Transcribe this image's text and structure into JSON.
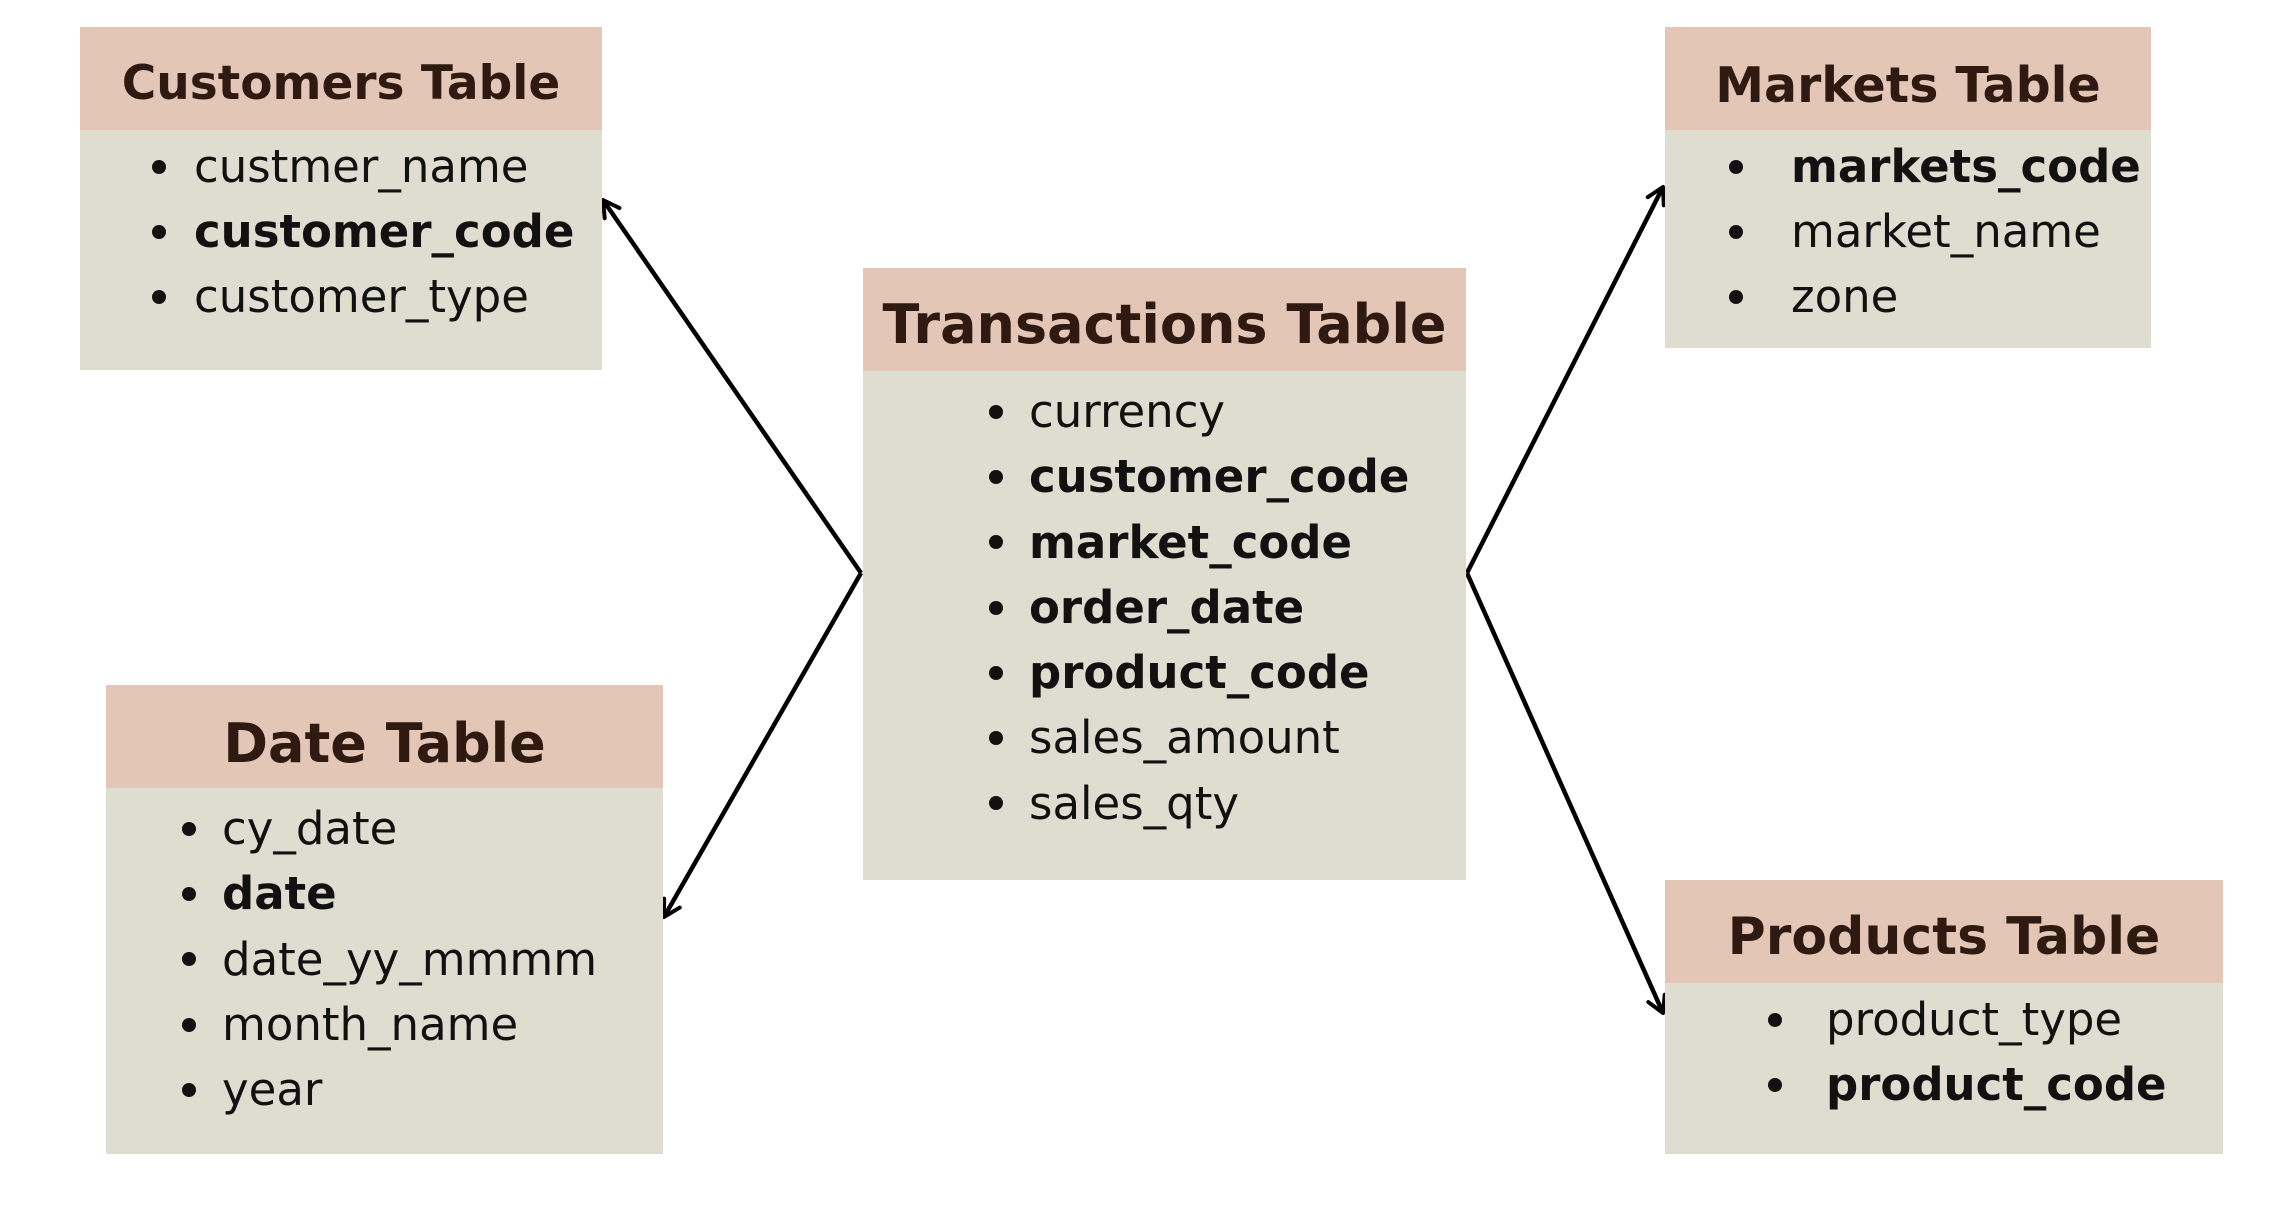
{
  "tables": {
    "customers": {
      "title": "Customers Table",
      "fields": [
        {
          "name": "custmer_name",
          "key": false
        },
        {
          "name": "customer_code",
          "key": true
        },
        {
          "name": "customer_type",
          "key": false
        }
      ]
    },
    "markets": {
      "title": "Markets Table",
      "fields": [
        {
          "name": "markets_code",
          "key": true
        },
        {
          "name": "market_name",
          "key": false
        },
        {
          "name": "zone",
          "key": false
        }
      ]
    },
    "transactions": {
      "title": "Transactions Table",
      "fields": [
        {
          "name": "currency",
          "key": false
        },
        {
          "name": "customer_code",
          "key": true
        },
        {
          "name": "market_code",
          "key": true
        },
        {
          "name": "order_date",
          "key": true
        },
        {
          "name": "product_code",
          "key": true
        },
        {
          "name": "sales_amount",
          "key": false
        },
        {
          "name": "sales_qty",
          "key": false
        }
      ]
    },
    "date": {
      "title": "Date Table",
      "fields": [
        {
          "name": "cy_date",
          "key": false
        },
        {
          "name": "date",
          "key": true
        },
        {
          "name": "date_yy_mmmm",
          "key": false
        },
        {
          "name": "month_name",
          "key": false
        },
        {
          "name": "year",
          "key": false
        }
      ]
    },
    "products": {
      "title": "Products Table",
      "fields": [
        {
          "name": "product_type",
          "key": false
        },
        {
          "name": "product_code",
          "key": true
        }
      ]
    }
  },
  "relationships": [
    {
      "from": "transactions",
      "to": "customers"
    },
    {
      "from": "transactions",
      "to": "markets"
    },
    {
      "from": "transactions",
      "to": "date"
    },
    {
      "from": "transactions",
      "to": "products"
    }
  ],
  "colors": {
    "header_bg": "#e3c6b6",
    "header_text": "#2e1a10",
    "body_bg": "#dfddd0",
    "field_text": "#111111",
    "connector": "#000000"
  }
}
